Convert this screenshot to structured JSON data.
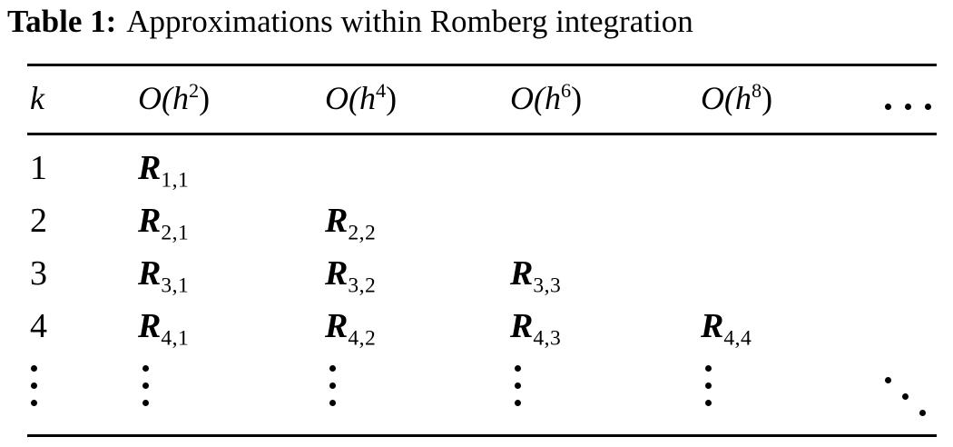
{
  "caption": {
    "label": "Table 1:",
    "text": "Approximations within Romberg integration"
  },
  "table": {
    "header": {
      "index_label": "k",
      "columns": [
        {
          "base": "O(h",
          "exponent": "2",
          "close": ")",
          "full": "O(h^2)"
        },
        {
          "base": "O(h",
          "exponent": "4",
          "close": ")",
          "full": "O(h^4)"
        },
        {
          "base": "O(h",
          "exponent": "6",
          "close": ")",
          "full": "O(h^6)"
        },
        {
          "base": "O(h",
          "exponent": "8",
          "close": ")",
          "full": "O(h^8)"
        }
      ],
      "continuation": "⋯"
    },
    "rows": [
      {
        "k": "1",
        "cells": [
          {
            "symbol": "R",
            "subscript": "1,1"
          }
        ]
      },
      {
        "k": "2",
        "cells": [
          {
            "symbol": "R",
            "subscript": "2,1"
          },
          {
            "symbol": "R",
            "subscript": "2,2"
          }
        ]
      },
      {
        "k": "3",
        "cells": [
          {
            "symbol": "R",
            "subscript": "3,1"
          },
          {
            "symbol": "R",
            "subscript": "3,2"
          },
          {
            "symbol": "R",
            "subscript": "3,3"
          }
        ]
      },
      {
        "k": "4",
        "cells": [
          {
            "symbol": "R",
            "subscript": "4,1"
          },
          {
            "symbol": "R",
            "subscript": "4,2"
          },
          {
            "symbol": "R",
            "subscript": "4,3"
          },
          {
            "symbol": "R",
            "subscript": "4,4"
          }
        ]
      }
    ],
    "continuation_row": {
      "vertical_ellipsis": "⋮",
      "diagonal_ellipsis": "⋱",
      "vertical_count": 5
    }
  },
  "style": {
    "rule_color": "#000000",
    "text_color": "#000000",
    "background": "#ffffff"
  }
}
